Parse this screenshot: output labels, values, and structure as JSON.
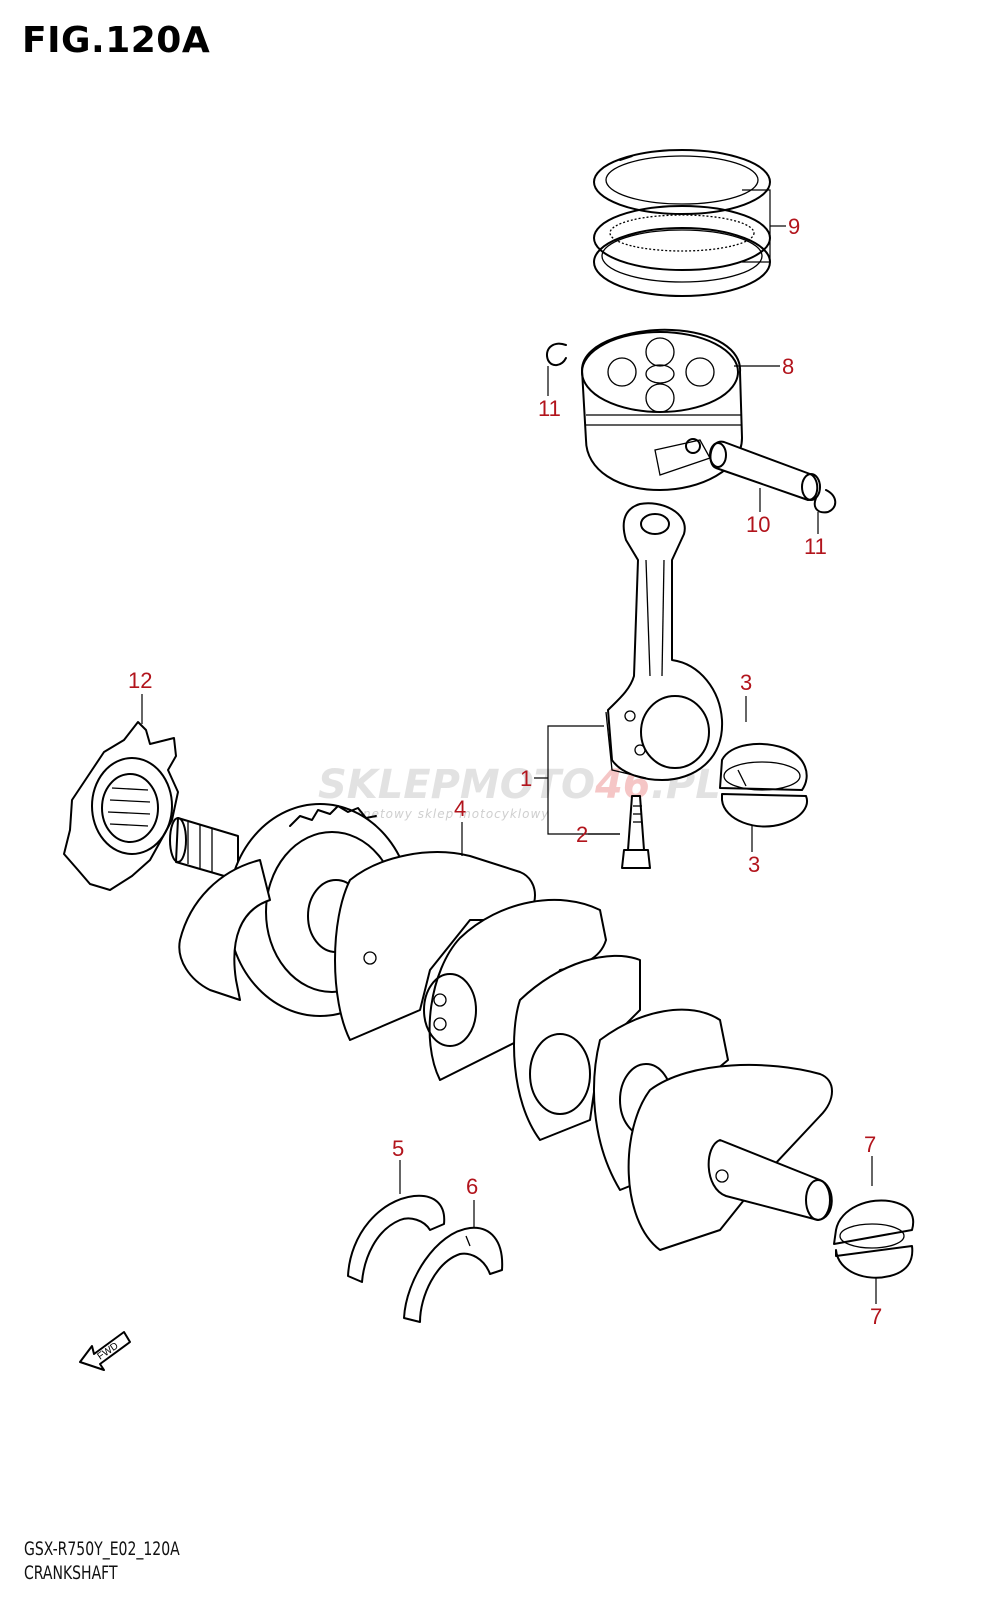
{
  "figure": {
    "title": "FIG.120A",
    "code": "GSX-R750Y_E02_120A",
    "name": "CRANKSHAFT"
  },
  "watermark": {
    "brand_main": "SKLEPMOTO",
    "brand_accent": "46",
    "brand_suffix": ".PL",
    "tagline": "internetowy sklep motocyklowy"
  },
  "callouts": [
    "1",
    "2",
    "3",
    "3",
    "4",
    "5",
    "6",
    "7",
    "7",
    "8",
    "9",
    "10",
    "11",
    "11",
    "12"
  ],
  "fwd_label": "FWD",
  "colors": {
    "callout": "#b2141c",
    "line": "#000000",
    "watermark": "#d9d9d9"
  }
}
